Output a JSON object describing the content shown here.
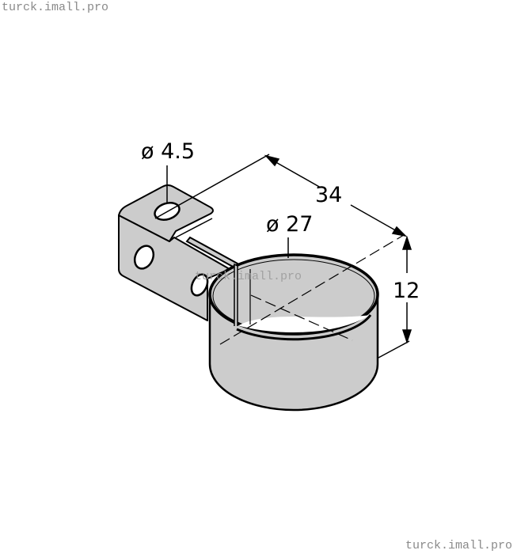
{
  "watermarks": {
    "top": "turck.imall.pro",
    "center": "turck.imall.pro",
    "bottom": "turck.imall.pro"
  },
  "drawing": {
    "subject": "mounting bracket with ring clamp",
    "fill_color": "#cccccc",
    "line_color": "#000000",
    "dimensions": {
      "hole_diameter": "ø 4.5",
      "ring_diameter": "ø 27",
      "overall_length": "34",
      "height": "12"
    }
  }
}
